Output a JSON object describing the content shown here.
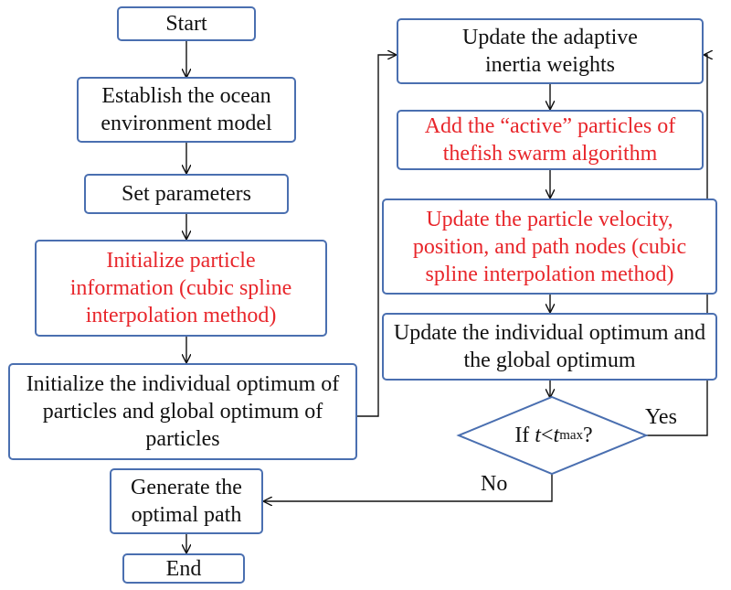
{
  "colors": {
    "border": "#4a6fb0",
    "text": "#111111",
    "highlight": "#e8262b"
  },
  "nodes": {
    "start": "Start",
    "ocean_model": "Establish the ocean environment model",
    "set_params": "Set parameters",
    "init_particle": "Initialize particle information (cubic spline interpolation method)",
    "init_optimum": "Initialize the individual optimum of particles and global optimum of particles",
    "generate_path": "Generate the optimal path",
    "end": "End",
    "update_weights": "Update the adaptive inertia weights",
    "add_active": "Add the “active” particles of thefish swarm algorithm",
    "update_velocity": "Update the particle velocity, position, and path nodes (cubic spline interpolation method)",
    "update_optimum": "Update the individual optimum and the global optimum"
  },
  "decision": {
    "prefix": "If ",
    "var": "t",
    "op": "<",
    "limit_var": "t",
    "limit_sub": "max",
    "suffix": "?"
  },
  "edge_labels": {
    "yes": "Yes",
    "no": "No"
  }
}
